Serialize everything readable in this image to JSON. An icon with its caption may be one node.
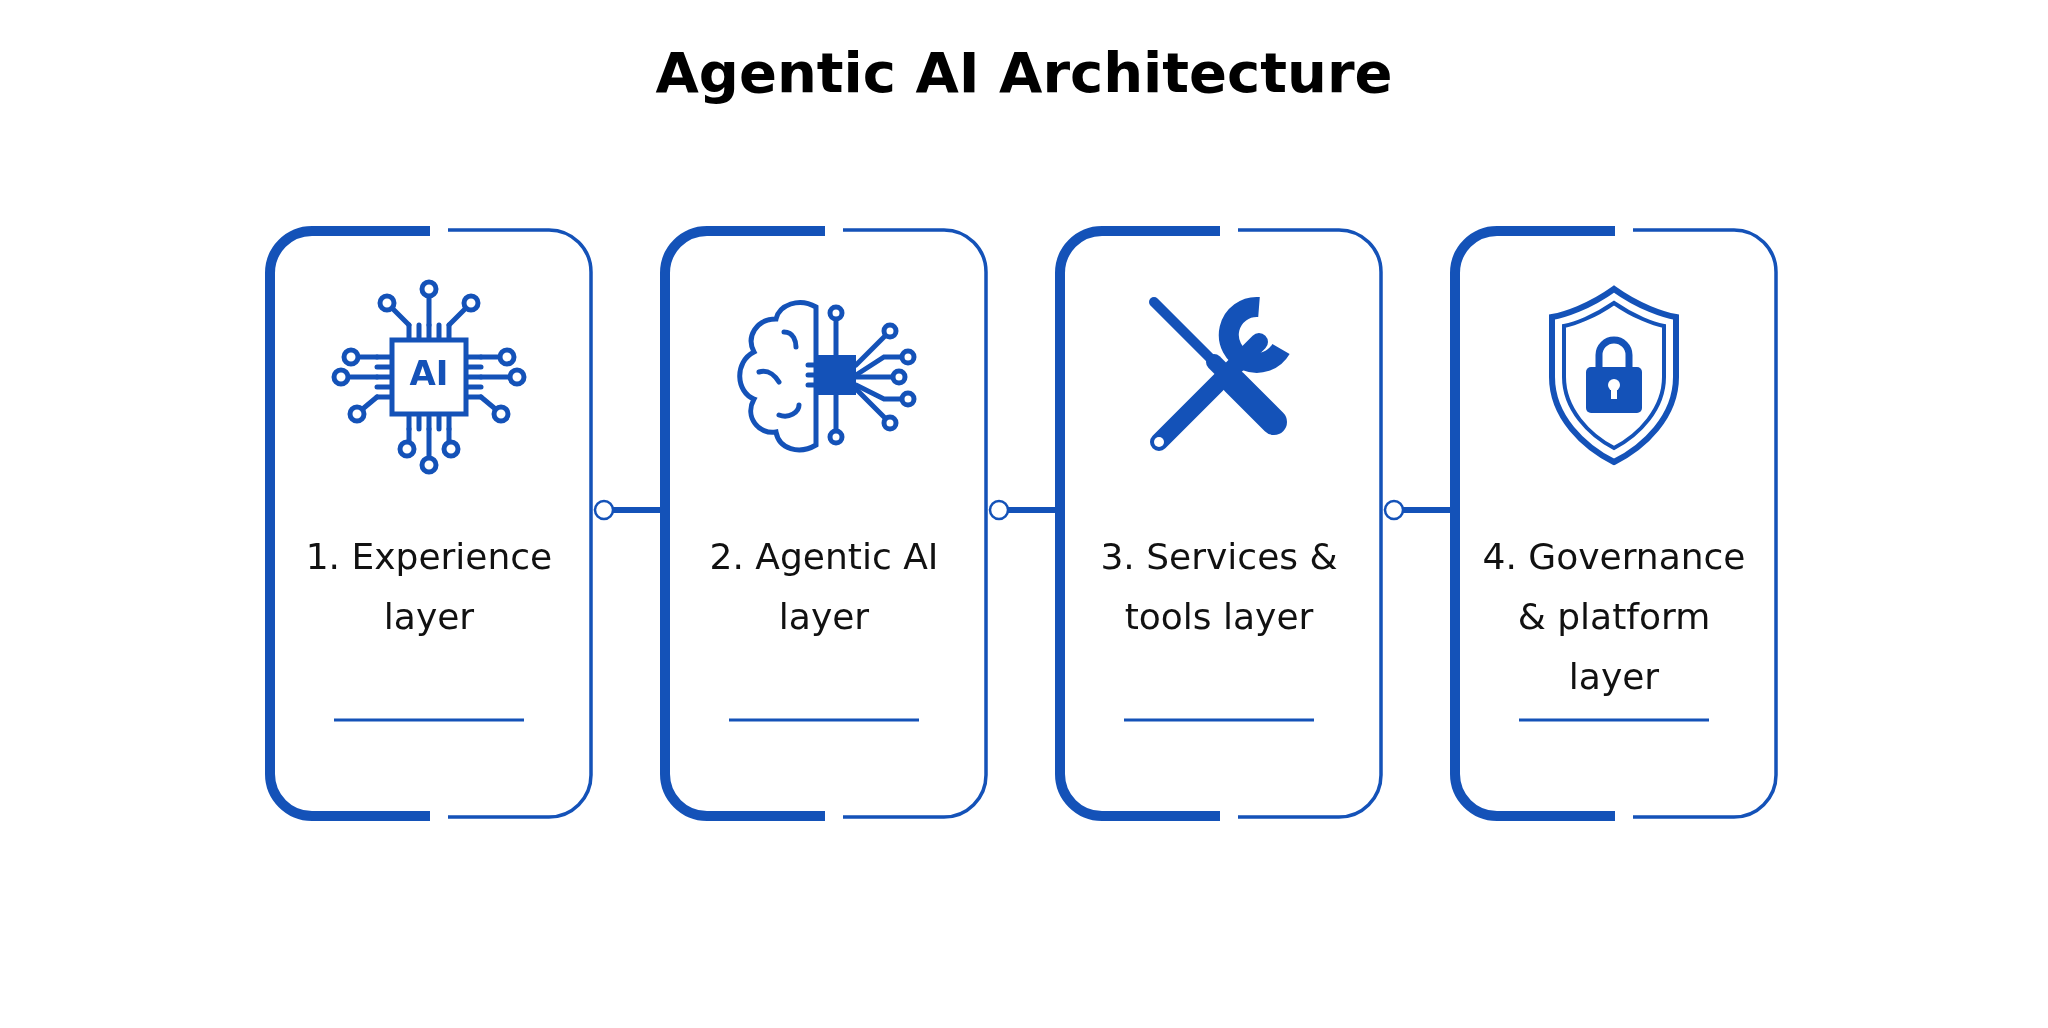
{
  "diagram": {
    "title": "Agentic AI Architecture",
    "nodes": [
      {
        "text": [
          "1. Experience layer"
        ]
      },
      {
        "text": [
          "2. Agentic AI layer"
        ]
      },
      {
        "text": [
          "3. Services & tools layer"
        ]
      },
      {
        "text": [
          "4. Governance & platform layer"
        ]
      }
    ],
    "edges": [
      {
        "from": 0,
        "to": 1,
        "arrow": "other"
      },
      {
        "from": 1,
        "to": 2,
        "arrow": "other"
      },
      {
        "from": 2,
        "to": 3,
        "arrow": "other"
      }
    ],
    "labels": [
      "AI"
    ]
  }
}
